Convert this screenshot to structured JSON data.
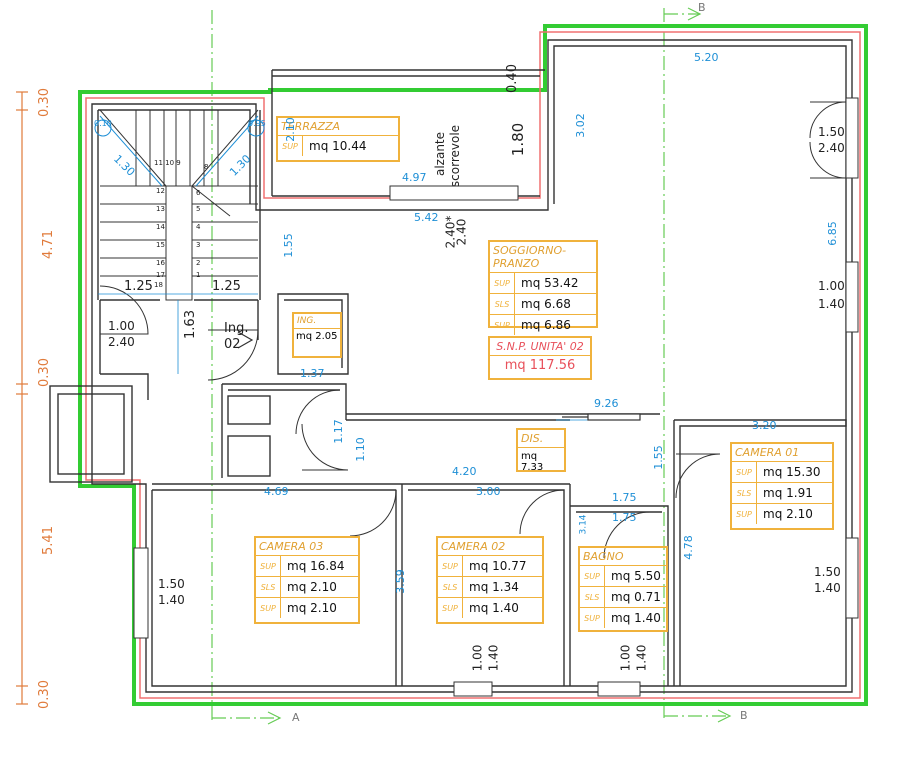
{
  "rooms": {
    "terrazza": {
      "name": "TERRAZZA",
      "sup_key": "SUP",
      "sup": "mq 10.44"
    },
    "soggiorno": {
      "name": "SOGGIORNO-PRANZO",
      "sup_key": "SUP",
      "sup": "mq 53.42",
      "sls_key": "SLS",
      "sls": "mq 6.68",
      "sup2_key": "SUP",
      "sup2": "mq 6.86"
    },
    "ing": {
      "name": "ING.",
      "sup": "mq 2.05"
    },
    "dis": {
      "name": "DIS.",
      "sup": "mq 7.33"
    },
    "camera01": {
      "name": "CAMERA 01",
      "sup_key": "SUP",
      "sup": "mq 15.30",
      "sls_key": "SLS",
      "sls": "mq 1.91",
      "sup2_key": "SUP",
      "sup2": "mq 2.10"
    },
    "camera02": {
      "name": "CAMERA 02",
      "sup_key": "SUP",
      "sup": "mq 10.77",
      "sls_key": "SLS",
      "sls": "mq 1.34",
      "sup2_key": "SUP",
      "sup2": "mq 1.40"
    },
    "camera03": {
      "name": "CAMERA 03",
      "sup_key": "SUP",
      "sup": "mq 16.84",
      "sls_key": "SLS",
      "sls": "mq 2.10",
      "sup2_key": "SUP",
      "sup2": "mq 2.10"
    },
    "bagno": {
      "name": "BAGNO",
      "sup_key": "SUP",
      "sup": "mq 5.50",
      "sls_key": "SLS",
      "sls": "mq 0.71",
      "sup2_key": "SUP",
      "sup2": "mq 1.40"
    }
  },
  "snp": {
    "title": "S.N.P. UNITA' 02",
    "value": "mq 117.56"
  },
  "dims": {
    "left_030_top": "0.30",
    "left_471": "4.71",
    "left_030_mid": "0.30",
    "left_541": "5.41",
    "left_030_bot": "0.30",
    "top_520": "5.20",
    "terr_040": "0.40",
    "terr_180": "1.80",
    "terr_302": "3.02",
    "terr_210": "2.10",
    "alzante": "alzante",
    "scorrevole": "scorrevole",
    "d_497": "4.97",
    "d_542": "5.42",
    "d_240s": "2.40*",
    "d_240": "2.40",
    "d_155": "1.55",
    "d_685": "6.85",
    "w_150_top": "1.50",
    "w_240_top": "2.40",
    "w_100_right": "1.00",
    "w_140_right": "1.40",
    "st_125a": "1.25",
    "st_125b": "1.25",
    "st_163": "1.63",
    "d_100_ent": "1.00",
    "d_240_ent": "2.40",
    "ing": "Ing.",
    "ing02": "02",
    "d_137": "1.37",
    "d_926": "9.26",
    "d_320": "3.20",
    "d_117": "1.17",
    "d_110": "1.10",
    "d_420": "4.20",
    "d_155b": "1.55",
    "d_469": "4.69",
    "d_300": "3.00",
    "d_175a": "1.75",
    "d_175b": "1.75",
    "d_314": "3.14",
    "d_478": "4.78",
    "d_359": "3.59",
    "w_150_left": "1.50",
    "w_140_left": "1.40",
    "w_150_r2": "1.50",
    "w_140_r2": "1.40",
    "w_100_c2": "1.00",
    "w_140_c2": "1.40",
    "w_100_b": "1.00",
    "w_140_b": "1.40",
    "st_130a": "1.30",
    "st_130b": "1.30",
    "st_010": "0.10",
    "st_095": "0.95",
    "sec_a_bot": "A",
    "sec_b_bot": "B",
    "sec_b_top": "B"
  },
  "stairs": {
    "nums_left": [
      "12",
      "13",
      "14",
      "15",
      "16",
      "17"
    ],
    "nums_right": [
      "5",
      "4",
      "3",
      "2",
      "1"
    ],
    "top": "11 10 9",
    "n8": "8",
    "n6": "6",
    "n18": "18"
  }
}
